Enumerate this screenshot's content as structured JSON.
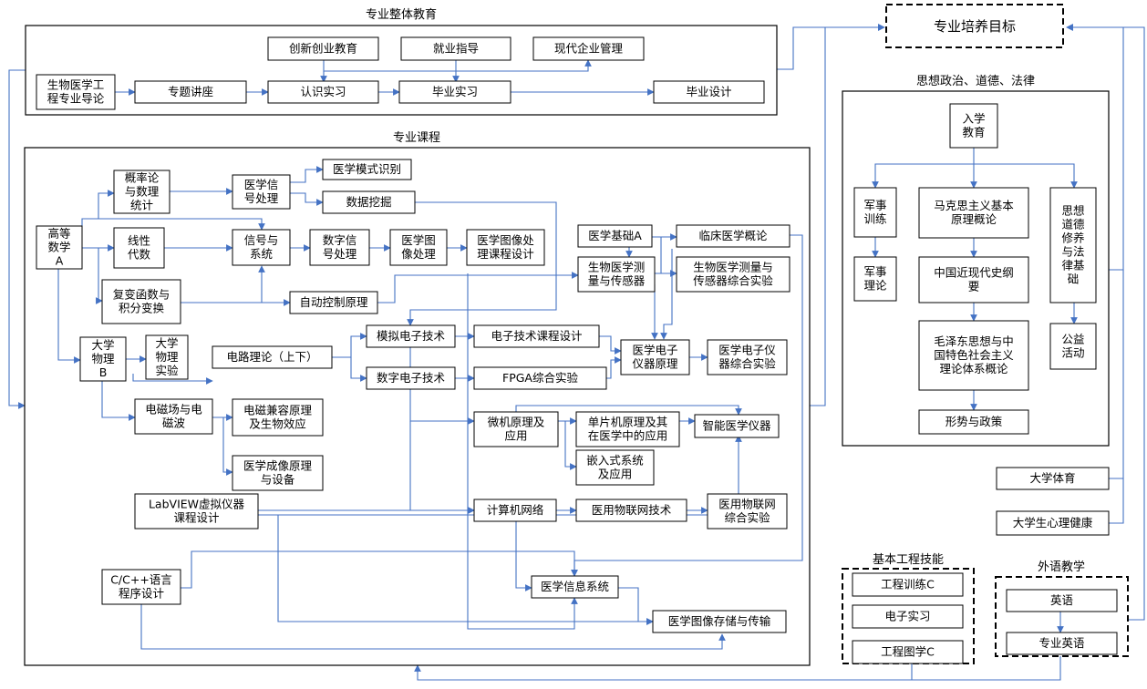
{
  "sections": {
    "overall": "专业整体教育",
    "courses": "专业课程",
    "politics": "思想政治、道德、法律",
    "engineering": "基本工程技能",
    "language": "外语教学"
  },
  "nodes": {
    "goal": "专业培养目标",
    "innovation": "创新创业教育",
    "employment": "就业指导",
    "enterprise": "现代企业管理",
    "intro": [
      "生物医学工",
      "程专业导论"
    ],
    "lecture": "专题讲座",
    "cognition": "认识实习",
    "graduation_practice": "毕业实习",
    "thesis": "毕业设计",
    "probability": [
      "概率论",
      "与数理",
      "统计"
    ],
    "med_signal": [
      "医学信",
      "号处理"
    ],
    "pattern": "医学模式识别",
    "datamining": "数据挖掘",
    "math_a": [
      "高等",
      "数学",
      "A"
    ],
    "linear": [
      "线性",
      "代数"
    ],
    "signals": [
      "信号与",
      "系统"
    ],
    "dsp": [
      "数字信",
      "号处理"
    ],
    "med_image": [
      "医学图",
      "像处理"
    ],
    "image_design": [
      "医学图像处",
      "理课程设计"
    ],
    "complex": [
      "复变函数与",
      "积分变换"
    ],
    "control": "自动控制原理",
    "med_basic": "医学基础A",
    "clinical": "临床医学概论",
    "sensor": [
      "生物医学测",
      "量与传感器"
    ],
    "sensor_exp": [
      "生物医学测量与",
      "传感器综合实验"
    ],
    "physics_b": [
      "大学",
      "物理",
      "B"
    ],
    "physics_exp": [
      "大学",
      "物理",
      "实验"
    ],
    "circuit": "电路理论（上下）",
    "analog": "模拟电子技术",
    "digital": "数字电子技术",
    "e_design": "电子技术课程设计",
    "fpga": "FPGA综合实验",
    "instrument": [
      "医学电子",
      "仪器原理"
    ],
    "instrument_exp": [
      "医学电子仪",
      "器综合实验"
    ],
    "em_field": [
      "电磁场与电",
      "磁波"
    ],
    "emc": [
      "电磁兼容原理",
      "及生物效应"
    ],
    "imaging": [
      "医学成像原理",
      "与设备"
    ],
    "micro": [
      "微机原理及",
      "应用"
    ],
    "mcu": [
      "单片机原理及其",
      "在医学中的应用"
    ],
    "smart": "智能医学仪器",
    "embedded": [
      "嵌入式系统",
      "及应用"
    ],
    "labview": [
      "LabVIEW虚拟仪器",
      "课程设计"
    ],
    "network": "计算机网络",
    "iot": "医用物联网技术",
    "iot_exp": [
      "医用物联网",
      "综合实验"
    ],
    "c_lang": [
      "C/C++语言",
      "程序设计"
    ],
    "his": "医学信息系统",
    "pacs": "医学图像存储与传输",
    "enroll": [
      "入学",
      "教育"
    ],
    "military": [
      "军事",
      "训练"
    ],
    "marx": [
      "马克思主义基本",
      "原理概论"
    ],
    "moral": [
      "思想",
      "道德",
      "修养",
      "与法",
      "律基",
      "础"
    ],
    "military_theory": [
      "军事",
      "理论"
    ],
    "history": [
      "中国近现代史纲",
      "要"
    ],
    "mao": [
      "毛泽东思想与中",
      "国特色社会主义",
      "理论体系概论"
    ],
    "welfare": [
      "公益",
      "活动"
    ],
    "policy": "形势与政策",
    "pe": "大学体育",
    "mental": "大学生心理健康",
    "eng_training": "工程训练C",
    "e_practice": "电子实习",
    "drawing": "工程图学C",
    "english": "英语",
    "pro_english": "专业英语"
  }
}
